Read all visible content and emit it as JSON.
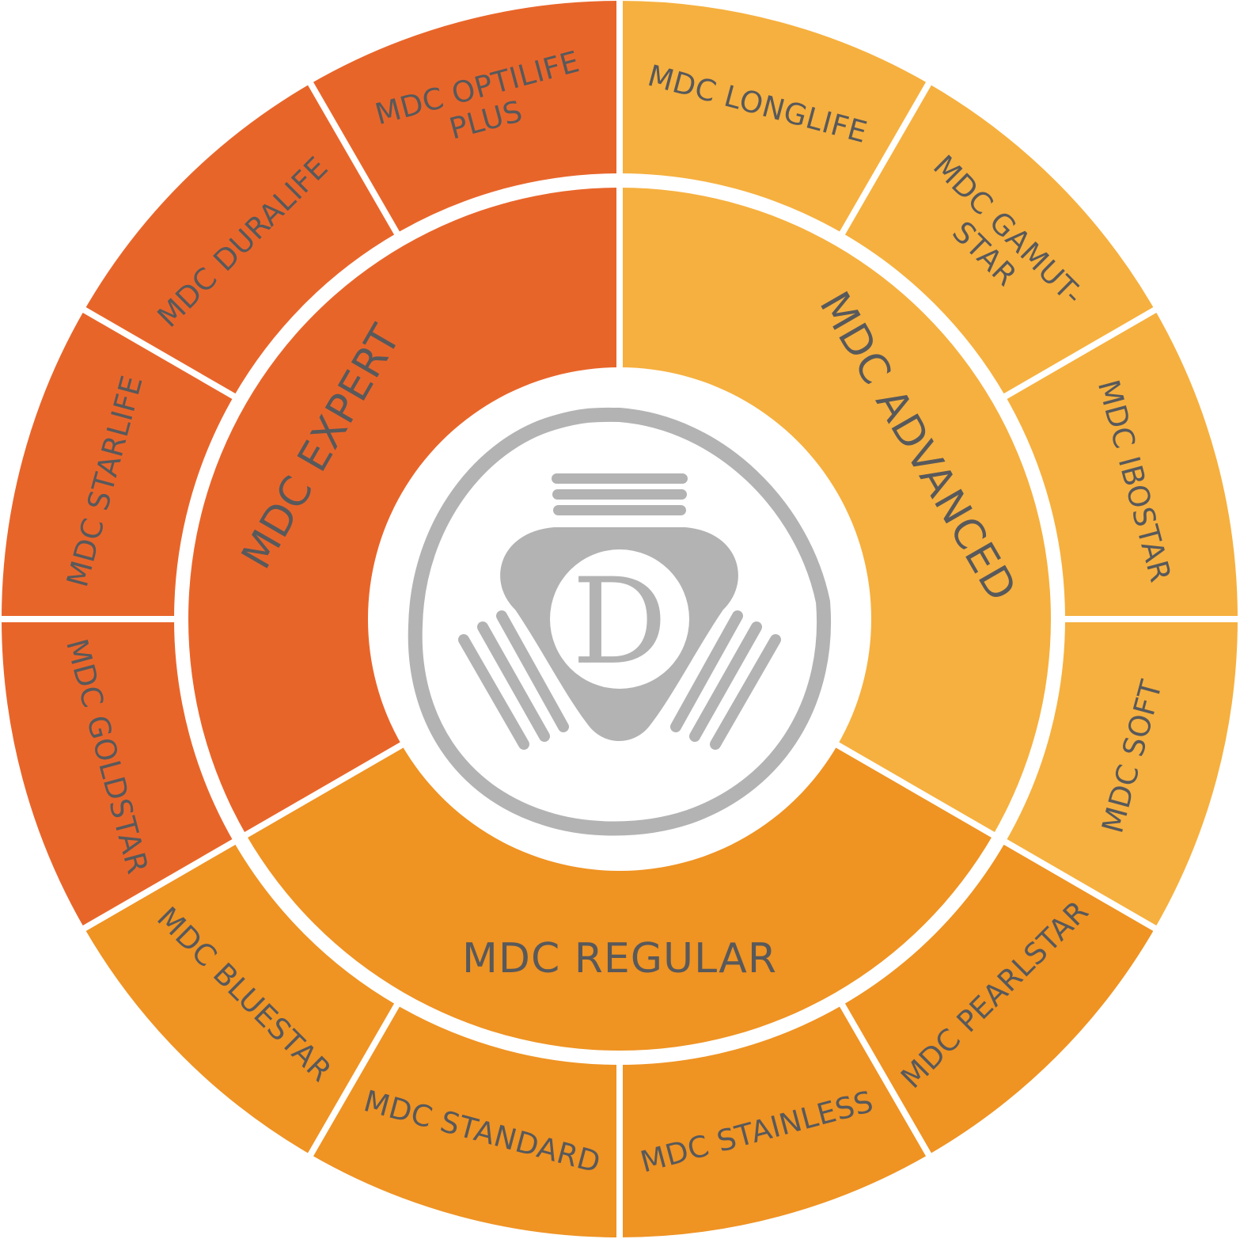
{
  "colors": {
    "expert": "#e8652a",
    "advanced": "#f6b03f",
    "regular": "#ef9323",
    "text": "#58595b",
    "logo": "#b3b3b3",
    "background": "#ffffff"
  },
  "groups": [
    {
      "id": "expert",
      "label": "MDC EXPERT"
    },
    {
      "id": "advanced",
      "label": "MDC ADVANCED"
    },
    {
      "id": "regular",
      "label": "MDC REGULAR"
    }
  ],
  "products": [
    {
      "group": "advanced",
      "lines": [
        "MDC LONGLIFE"
      ]
    },
    {
      "group": "advanced",
      "lines": [
        "MDC GAMUT-",
        "STAR"
      ]
    },
    {
      "group": "advanced",
      "lines": [
        "MDC IBOSTAR"
      ]
    },
    {
      "group": "advanced",
      "lines": [
        "MDC SOFT"
      ]
    },
    {
      "group": "regular",
      "lines": [
        "MDC PEARLSTAR"
      ]
    },
    {
      "group": "regular",
      "lines": [
        "MDC STAINLESS"
      ]
    },
    {
      "group": "regular",
      "lines": [
        "MDC STANDARD"
      ]
    },
    {
      "group": "regular",
      "lines": [
        "MDC BLUESTAR"
      ]
    },
    {
      "group": "expert",
      "lines": [
        "MDC GOLDSTAR"
      ]
    },
    {
      "group": "expert",
      "lines": [
        "MDC STARLIFE"
      ]
    },
    {
      "group": "expert",
      "lines": [
        "MDC DURALIFE"
      ]
    },
    {
      "group": "expert",
      "lines": [
        "MDC OPTILIFE",
        "PLUS"
      ]
    }
  ],
  "logo": {
    "letter": "D",
    "icon": "dental-logo-icon"
  }
}
